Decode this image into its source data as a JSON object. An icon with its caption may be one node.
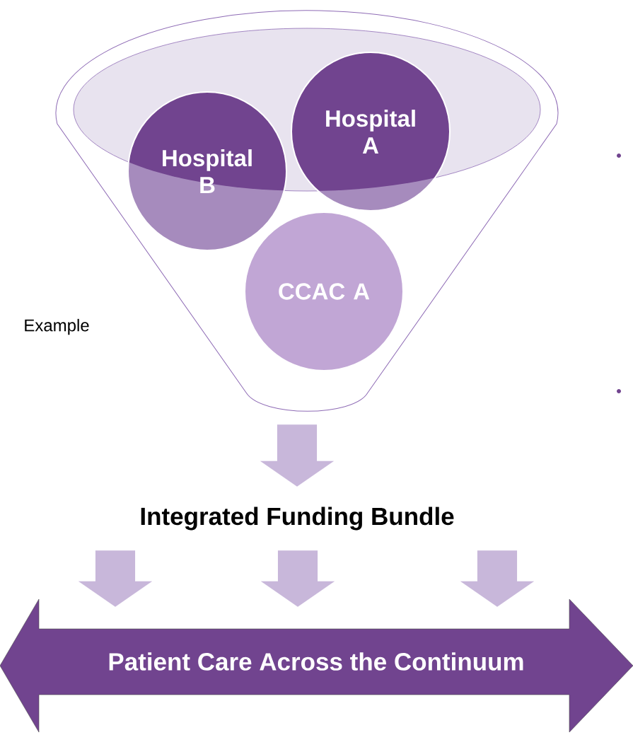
{
  "diagram": {
    "nodes": [
      {
        "text": [],
        "shape": "funnel"
      },
      {
        "text": [
          "Hospital A"
        ],
        "in": 0
      },
      {
        "text": [
          "Hospital B"
        ],
        "in": 0
      },
      {
        "text": [
          "CCAC A"
        ],
        "in": 0
      },
      {
        "text": [
          "Integrated Funding Bundle"
        ]
      },
      {
        "text": [
          "Patient Care Across the Continuum"
        ]
      }
    ],
    "edges": [
      {
        "from": 0,
        "to": 4,
        "arrow": "to"
      },
      {
        "from": 4,
        "to": 5,
        "arrow": "to"
      },
      {
        "from": 4,
        "to": 5,
        "arrow": "to"
      },
      {
        "from": 4,
        "to": 5,
        "arrow": "to"
      }
    ],
    "labels": [
      "Example"
    ]
  }
}
